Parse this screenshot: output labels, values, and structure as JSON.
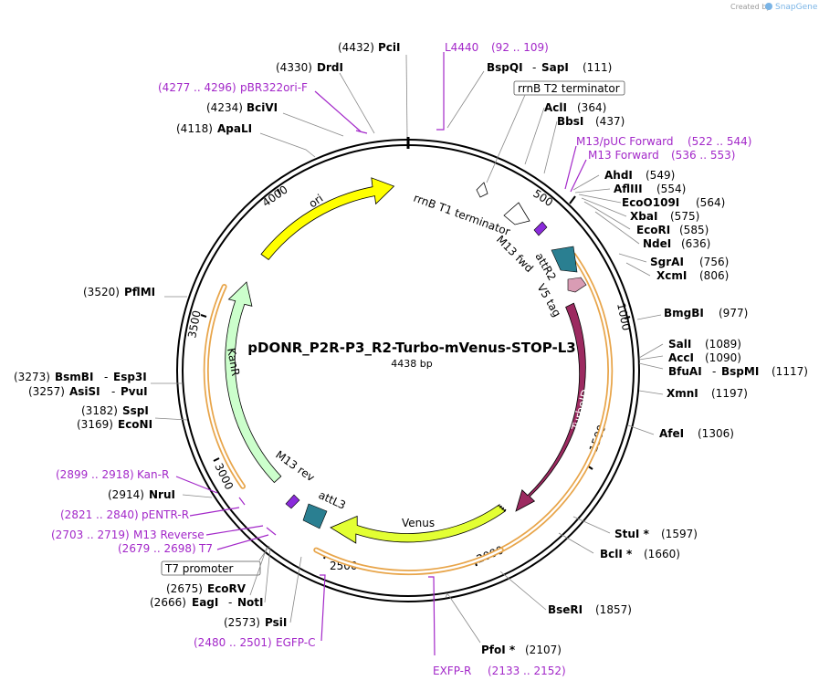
{
  "map": {
    "name": "pDONR_P2R-P3_R2-Turbo-mVenus-STOP-L3",
    "length": "4438 bp"
  },
  "branding": {
    "created_by": "Created by",
    "product": "SnapGene"
  },
  "ticks": [
    "500",
    "1000",
    "1500",
    "2000",
    "2500",
    "3000",
    "3500",
    "4000"
  ],
  "features": {
    "ori": "ori",
    "kanr": "KanR",
    "venus": "Venus",
    "turboid": "TurboID",
    "attr2": "attR2",
    "v5tag": "V5 tag",
    "attl3": "attL3",
    "m13fwd": "M13 fwd",
    "m13rev": "M13 rev",
    "rrnbt1": "rrnB T1 terminator",
    "rrnbt2": "rrnB T2 terminator",
    "t7promoter": "T7 promoter"
  },
  "sites": {
    "pcii": {
      "name": "PciI",
      "pos": "(4432)"
    },
    "drdi": {
      "name": "DrdI",
      "pos": "(4330)"
    },
    "bcivi": {
      "name": "BciVI",
      "pos": "(4234)"
    },
    "apali": {
      "name": "ApaLI",
      "pos": "(4118)"
    },
    "pflmi": {
      "name": "PflMI",
      "pos": "(3520)"
    },
    "bsmbi": {
      "name": "BsmBI",
      "name2": "Esp3I",
      "pos": "(3273)"
    },
    "asisi": {
      "name": "AsiSI",
      "name2": "PvuI",
      "pos": "(3257)"
    },
    "sspi": {
      "name": "SspI",
      "pos": "(3182)"
    },
    "econi": {
      "name": "EcoNI",
      "pos": "(3169)"
    },
    "nrui": {
      "name": "NruI",
      "pos": "(2914)"
    },
    "ecorv": {
      "name": "EcoRV",
      "pos": "(2675)"
    },
    "eagi": {
      "name": "EagI",
      "name2": "NotI",
      "pos": "(2666)"
    },
    "psii": {
      "name": "PsiI",
      "pos": "(2573)"
    },
    "bspqi": {
      "name": "BspQI",
      "name2": "SapI",
      "pos": "(111)"
    },
    "acli": {
      "name": "AclI",
      "pos": "(364)"
    },
    "bbsi": {
      "name": "BbsI",
      "pos": "(437)"
    },
    "ahdi": {
      "name": "AhdI",
      "pos": "(549)"
    },
    "aflii": {
      "name": "AflIII",
      "pos": "(554)"
    },
    "eco0109i": {
      "name": "EcoO109I",
      "pos": "(564)"
    },
    "xbai": {
      "name": "XbaI",
      "pos": "(575)"
    },
    "ecori": {
      "name": "EcoRI",
      "pos": "(585)"
    },
    "ndei": {
      "name": "NdeI",
      "pos": "(636)"
    },
    "sgrai": {
      "name": "SgrAI",
      "pos": "(756)"
    },
    "xcmi": {
      "name": "XcmI",
      "pos": "(806)"
    },
    "bmgbi": {
      "name": "BmgBI",
      "pos": "(977)"
    },
    "sali": {
      "name": "SalI",
      "pos": "(1089)"
    },
    "acci": {
      "name": "AccI",
      "pos": "(1090)"
    },
    "bfuai": {
      "name": "BfuAI",
      "name2": "BspMI",
      "pos": "(1117)"
    },
    "xmni": {
      "name": "XmnI",
      "pos": "(1197)"
    },
    "afei": {
      "name": "AfeI",
      "pos": "(1306)"
    },
    "stui": {
      "name": "StuI *",
      "pos": "(1597)"
    },
    "bcli": {
      "name": "BclI *",
      "pos": "(1660)"
    },
    "bseri": {
      "name": "BseRI",
      "pos": "(1857)"
    },
    "pfoi": {
      "name": "PfoI *",
      "pos": "(2107)"
    }
  },
  "dash": "-",
  "primers": {
    "l4440": {
      "name": "L4440",
      "range": "(92 .. 109)"
    },
    "pbr322": {
      "name": "pBR322ori-F",
      "range": "(4277 .. 4296)"
    },
    "m13puc": {
      "name": "M13/pUC Forward",
      "range": "(522 .. 544)"
    },
    "m13forward": {
      "name": "M13 Forward",
      "range": "(536 .. 553)"
    },
    "kanr": {
      "name": "Kan-R",
      "range": "(2899 .. 2918)"
    },
    "pentr": {
      "name": "pENTR-R",
      "range": "(2821 .. 2840)"
    },
    "m13reverse": {
      "name": "M13 Reverse",
      "range": "(2703 .. 2719)"
    },
    "t7": {
      "name": "T7",
      "range": "(2679 .. 2698)"
    },
    "egfpc": {
      "name": "EGFP-C",
      "range": "(2480 .. 2501)"
    },
    "exfpr": {
      "name": "EXFP-R",
      "range": "(2133 .. 2152)"
    }
  }
}
